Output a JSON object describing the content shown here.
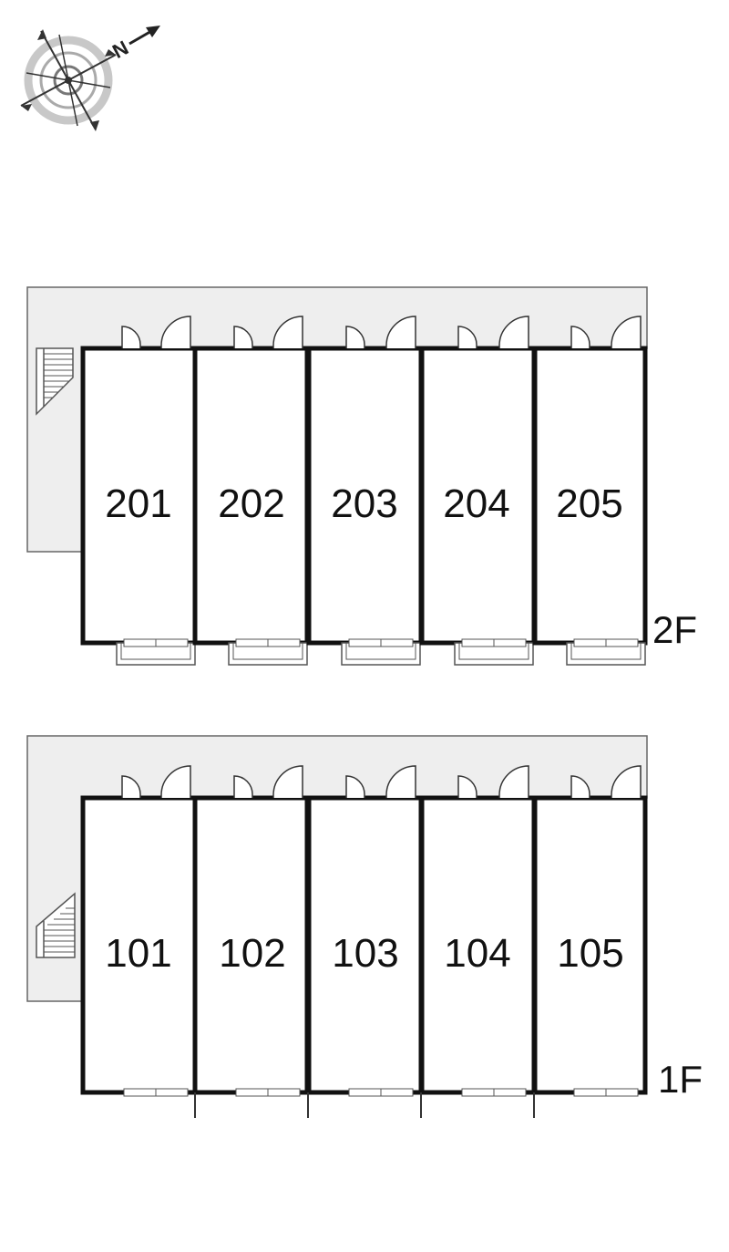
{
  "compass": {
    "north_label": "N",
    "icon": "compass-rose-icon"
  },
  "floors": [
    {
      "id": "2f",
      "label": "2F",
      "units": [
        "201",
        "202",
        "203",
        "204",
        "205"
      ]
    },
    {
      "id": "1f",
      "label": "1F",
      "units": [
        "101",
        "102",
        "103",
        "104",
        "105"
      ]
    }
  ],
  "colors": {
    "walkway": "#eeeeee",
    "wall": "#111111",
    "outline": "#555555"
  }
}
